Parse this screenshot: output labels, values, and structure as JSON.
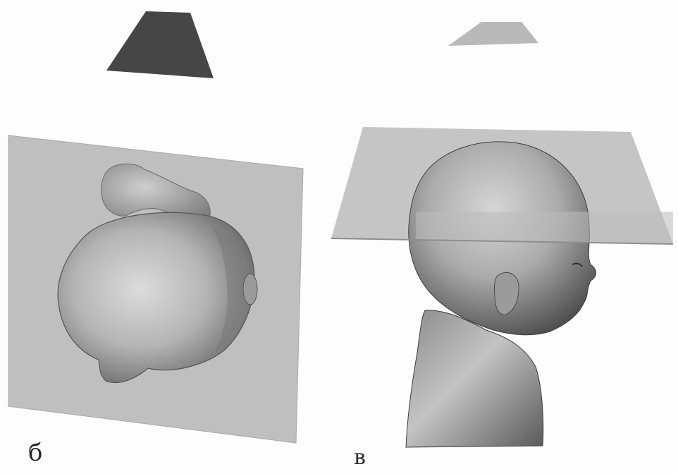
{
  "figure": {
    "panels": [
      {
        "id": "b",
        "label": "б"
      },
      {
        "id": "v",
        "label": "в"
      }
    ]
  },
  "colors": {
    "background": "#fdfdfd",
    "trapezoid_dark": "#464646",
    "trapezoid_light": "#b9b9b9",
    "plane": "#bdbdbd",
    "model_light": "#d2d2d2",
    "model_mid": "#a8a8a8",
    "model_dark": "#5a5a5a"
  }
}
